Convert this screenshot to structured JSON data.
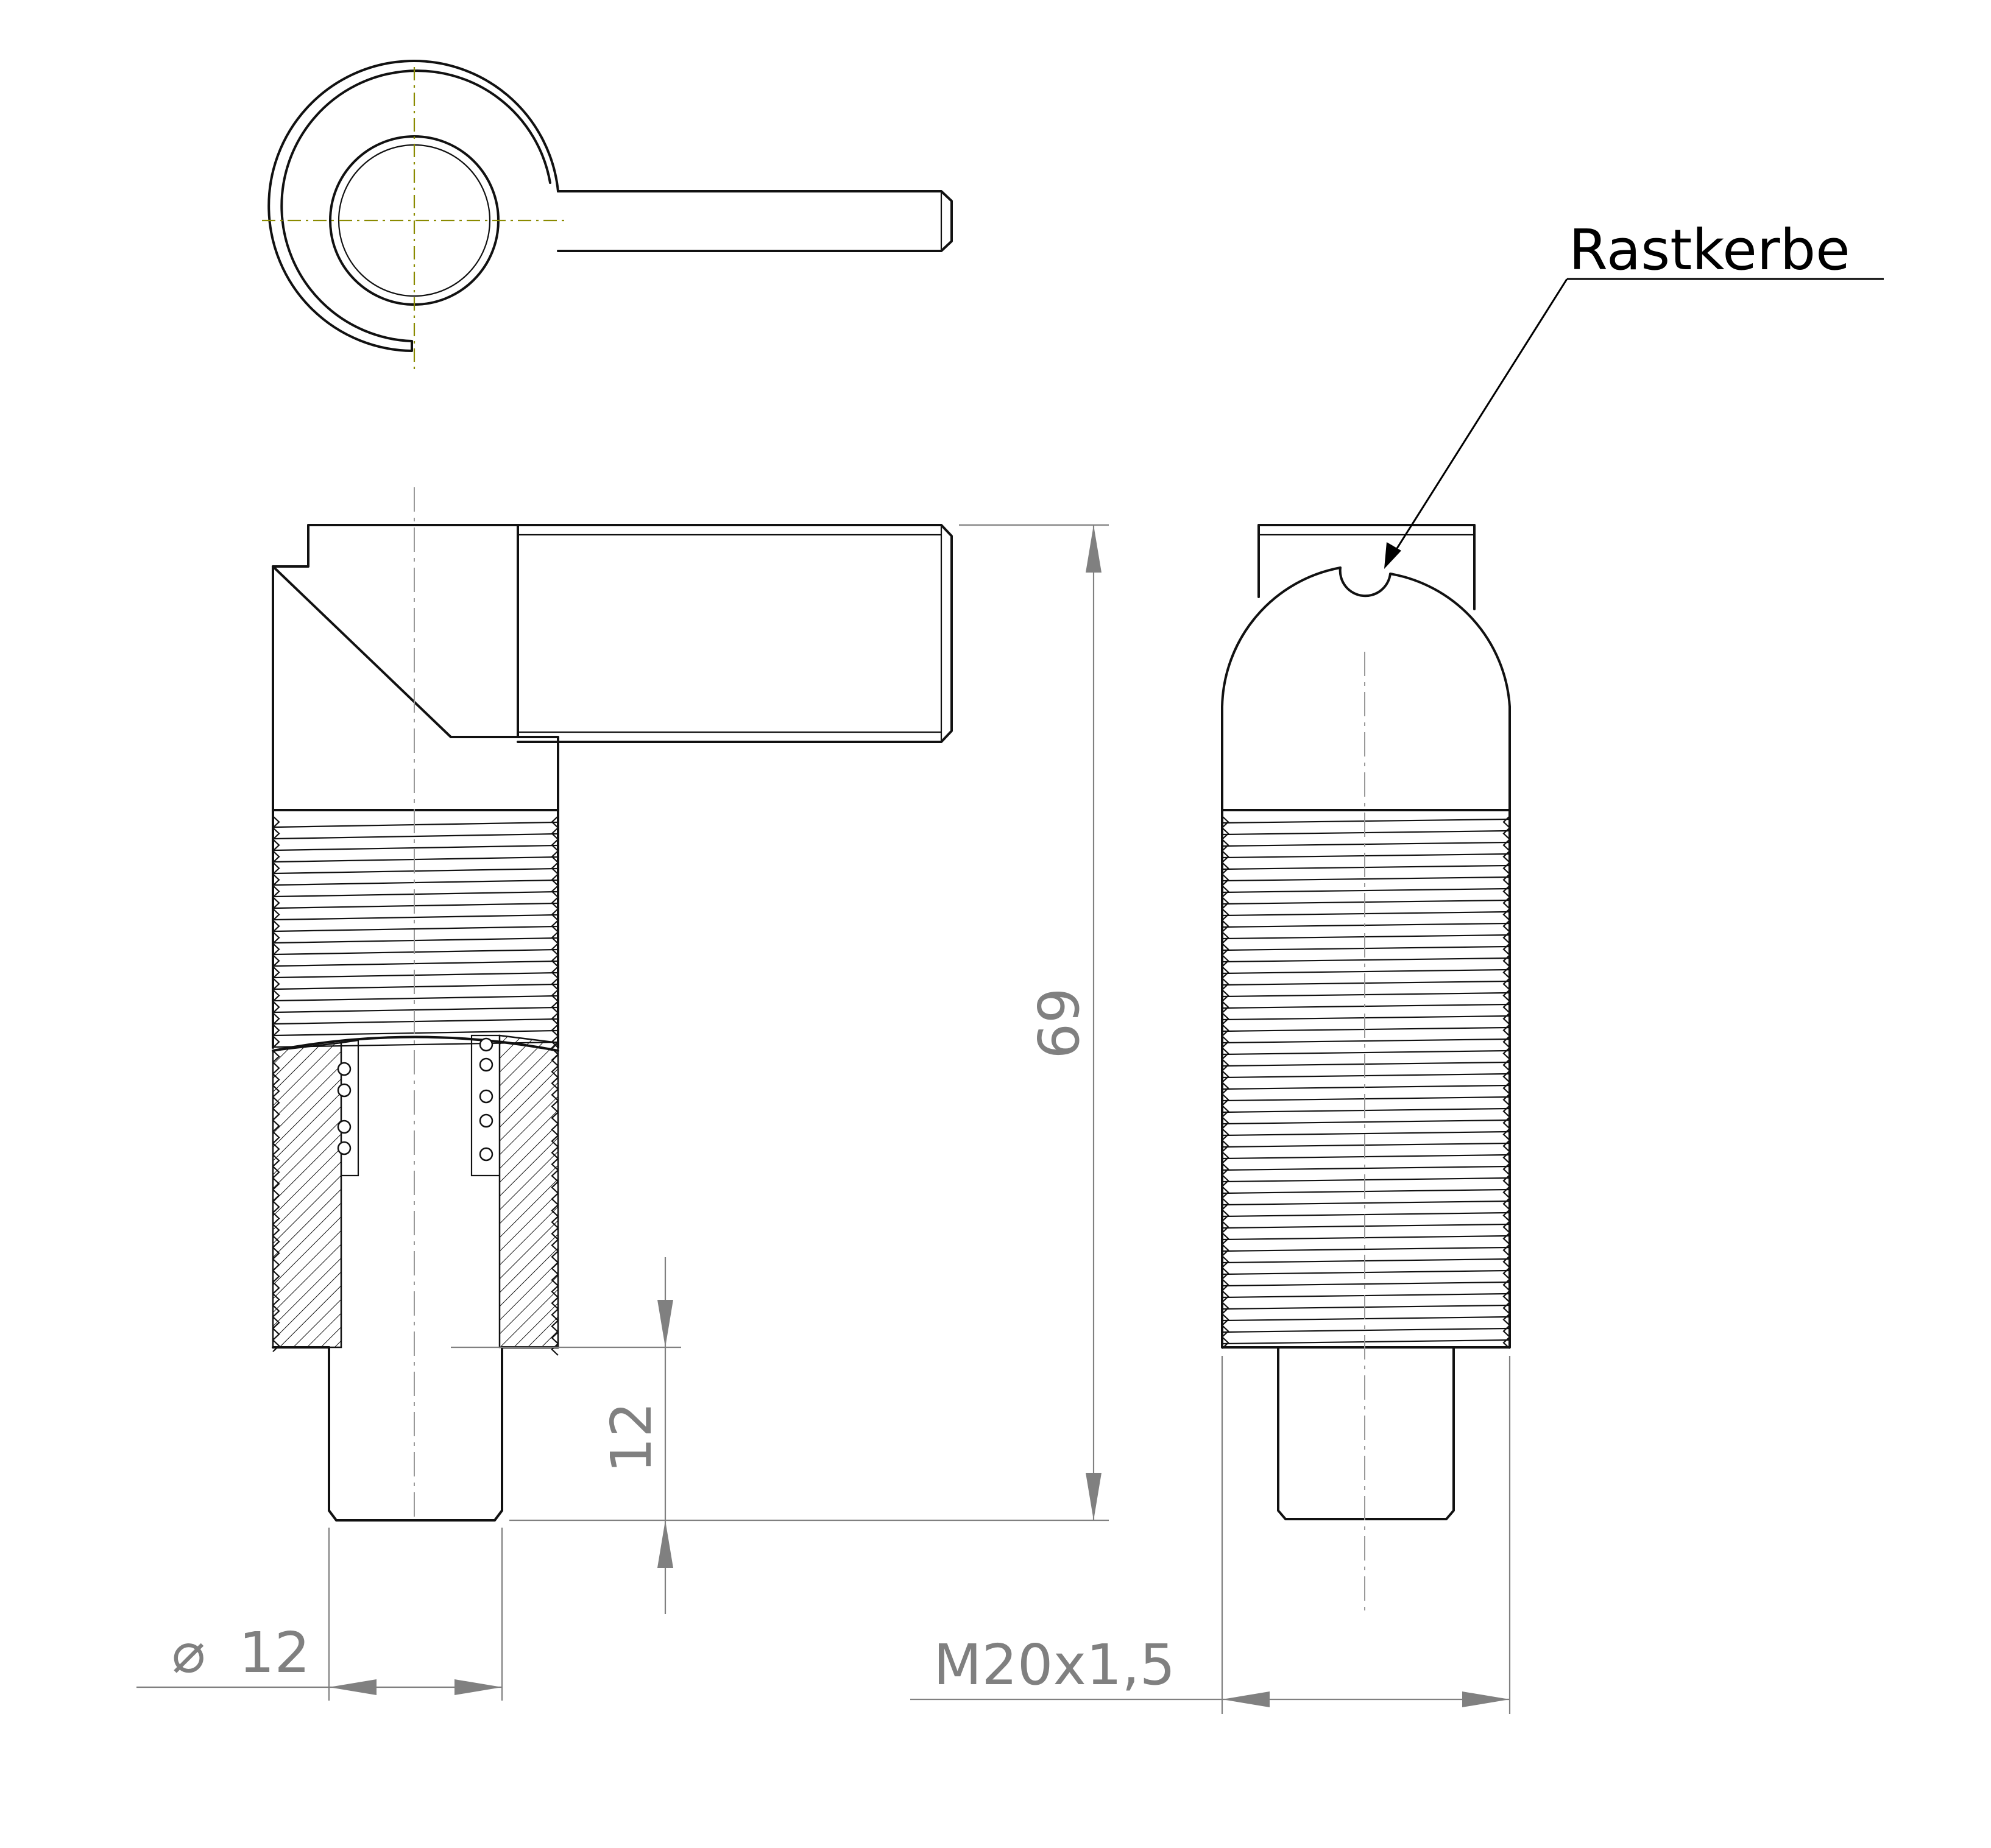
{
  "drawing": {
    "callout": {
      "label": "Rastkerbe"
    },
    "dimensions": {
      "overall_height": "69",
      "pin_length": "12",
      "pin_diameter": "12",
      "pin_diameter_symbol": "⌀",
      "thread": "M20x1,5"
    },
    "colors": {
      "outline": "#111111",
      "centerline": "#8a8a00",
      "dimension": "#808080"
    }
  }
}
